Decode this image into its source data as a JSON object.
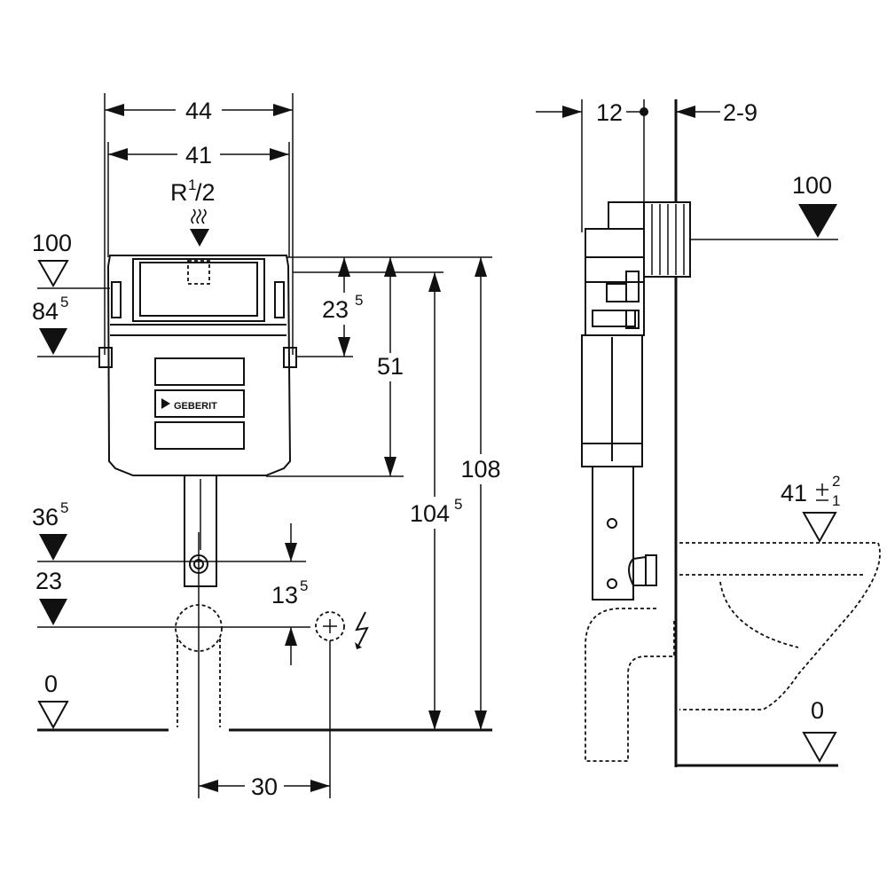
{
  "front_view": {
    "width_outer": "44",
    "width_inner": "41",
    "inlet_label": "R",
    "inlet_sup": "1",
    "inlet_sub": "/2",
    "level_top": "100",
    "level_upper_main": "84",
    "level_upper_sup": "5",
    "level_middle_main": "36",
    "level_middle_sup": "5",
    "level_lower": "23",
    "level_floor": "0",
    "dim_short_main": "23",
    "dim_short_sup": "5",
    "dim_mid": "51",
    "dim_height_main": "104",
    "dim_height_sup": "5",
    "dim_height_total": "108",
    "dim_supply_main": "13",
    "dim_supply_sup": "5",
    "dim_offset": "30",
    "brand": "GEBERIT"
  },
  "side_view": {
    "dim_depth": "12",
    "dim_wall": "2-9",
    "level_top": "100",
    "level_seat_main": "41",
    "level_seat_tol_upper": "2",
    "level_seat_tol_lower": "1",
    "level_floor": "0"
  }
}
